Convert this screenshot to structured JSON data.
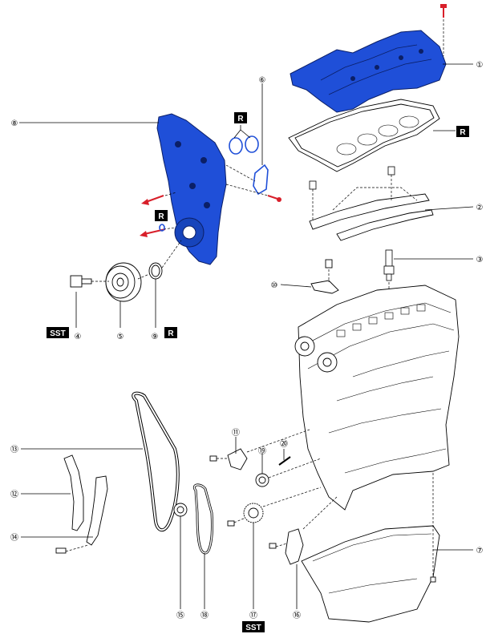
{
  "callouts": [
    {
      "num": "①"
    },
    {
      "num": "②"
    },
    {
      "num": "③"
    },
    {
      "num": "④"
    },
    {
      "num": "⑤"
    },
    {
      "num": "⑥"
    },
    {
      "num": "⑦"
    },
    {
      "num": "⑧"
    },
    {
      "num": "⑨"
    },
    {
      "num": "⑩"
    },
    {
      "num": "⑪"
    },
    {
      "num": "⑫"
    },
    {
      "num": "⑬"
    },
    {
      "num": "⑭"
    },
    {
      "num": "⑮"
    },
    {
      "num": "⑯"
    },
    {
      "num": "⑰"
    },
    {
      "num": "⑱"
    },
    {
      "num": "⑲"
    },
    {
      "num": "⑳"
    }
  ],
  "tags": {
    "replace": "R",
    "special_tool": "SST"
  },
  "colors": {
    "highlight_part": "#1f4fd8",
    "red_bolt": "#d81f2a",
    "tag_background": "#000000"
  }
}
